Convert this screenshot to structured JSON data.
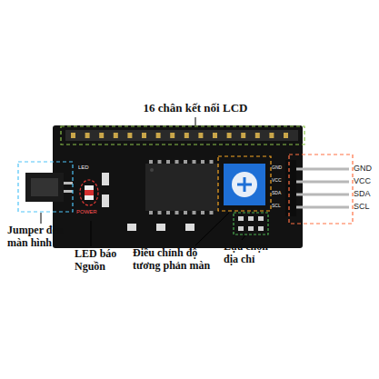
{
  "diagram": {
    "labels": [
      "16 chân kết nối LCD",
      "GND",
      "VCC",
      "SDA",
      "SCL",
      "Jumper đèn màn hình",
      "LED báo Nguồn",
      "Điều chỉnh độ tương phản màn",
      "Lựa chọn địa chỉ",
      "LED",
      "POWER",
      "GND",
      "VCC",
      "SDA",
      "SCL"
    ]
  }
}
